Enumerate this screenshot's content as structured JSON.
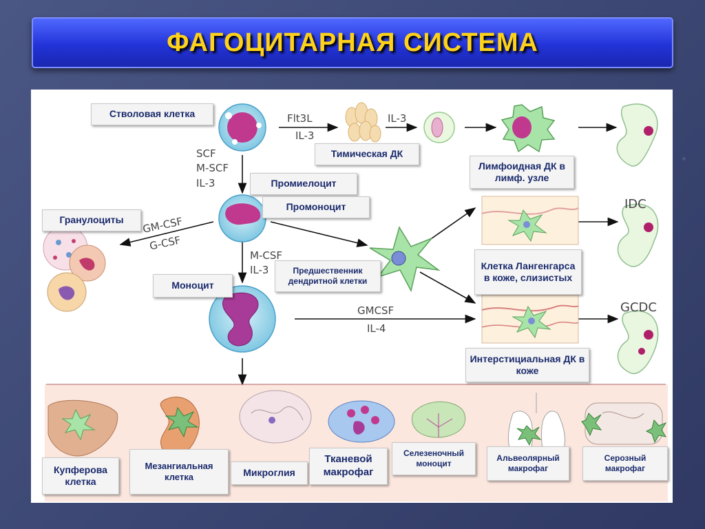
{
  "title": "ФАГОЦИТАРНАЯ СИСТЕМА",
  "labels": {
    "stem": "Стволовая клетка",
    "thymic": "Тимическая ДК",
    "lymphoid": "Лимфоидная ДК в лимф. узле",
    "promyelocyte": "Промиелоцит",
    "promonocyte": "Промоноцит",
    "granulocytes": "Гранулоциты",
    "dc_precursor": "Предшественник дендритной клетки",
    "langerhans": "Клетка Лангенгарса в коже, слизистых",
    "monocyte": "Моноцит",
    "interstitial": "Интерстициальная ДК в коже",
    "kupffer": "Купферова клетка",
    "mesangial": "Мезангиальная клетка",
    "microglia": "Микроглия",
    "tissue": "Тканевой макрофаг",
    "splenic": "Селезеночный моноцит",
    "alveolar": "Альвеолярный макрофаг",
    "serous": "Серозный макрофаг"
  },
  "annotations": {
    "flt3l": "Flt3L",
    "il3_a": "IL-3",
    "il3_b": "IL-3",
    "scf": "SCF",
    "mscf": "M-SCF",
    "il3_c": "IL-3",
    "gmcsf": "GM-CSF",
    "gcsf": "G-CSF",
    "mcsf": "M-CSF",
    "il3_d": "IL-3",
    "gmcsf2": "GMCSF",
    "il4": "IL-4",
    "idc": "IDC",
    "gcdc": "GCDC"
  },
  "colors": {
    "title_text": "#ffd21a",
    "label_text": "#1a2a6c",
    "cell_cyan": "#9ed7ea",
    "nucleus": "#c0398f",
    "dc_green": "#a8e4a8"
  }
}
